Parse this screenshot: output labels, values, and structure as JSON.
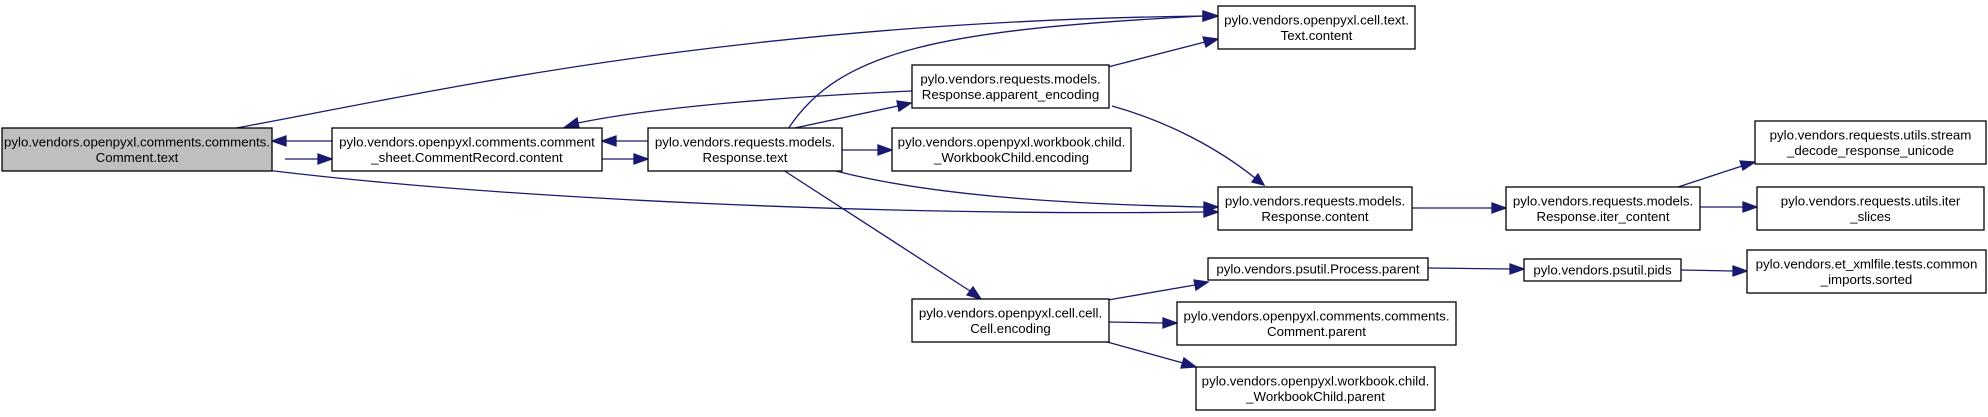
{
  "colors": {
    "edge": "#191970",
    "root_fill": "#bfbfbf",
    "node_fill": "#ffffff",
    "node_border": "#000000"
  },
  "nodes": {
    "comment_text": {
      "lines": [
        "pylo.vendors.openpyxl.comments.comments.",
        "Comment.text"
      ]
    },
    "commentrecord_content": {
      "lines": [
        "pylo.vendors.openpyxl.comments.comment",
        "_sheet.CommentRecord.content"
      ]
    },
    "response_text": {
      "lines": [
        "pylo.vendors.requests.models.",
        "Response.text"
      ]
    },
    "text_content": {
      "lines": [
        "pylo.vendors.openpyxl.cell.text.",
        "Text.content"
      ]
    },
    "apparent_encoding": {
      "lines": [
        "pylo.vendors.requests.models.",
        "Response.apparent_encoding"
      ]
    },
    "workbookchild_encoding": {
      "lines": [
        "pylo.vendors.openpyxl.workbook.child.",
        "_WorkbookChild.encoding"
      ]
    },
    "response_content": {
      "lines": [
        "pylo.vendors.requests.models.",
        "Response.content"
      ]
    },
    "iter_content": {
      "lines": [
        "pylo.vendors.requests.models.",
        "Response.iter_content"
      ]
    },
    "stream_decode": {
      "lines": [
        "pylo.vendors.requests.utils.stream",
        "_decode_response_unicode"
      ]
    },
    "iter_slices": {
      "lines": [
        "pylo.vendors.requests.utils.iter",
        "_slices"
      ]
    },
    "cell_encoding": {
      "lines": [
        "pylo.vendors.openpyxl.cell.cell.",
        "Cell.encoding"
      ]
    },
    "process_parent": {
      "lines": [
        "pylo.vendors.psutil.Process.parent"
      ]
    },
    "psutil_pids": {
      "lines": [
        "pylo.vendors.psutil.pids"
      ]
    },
    "sorted": {
      "lines": [
        "pylo.vendors.et_xmlfile.tests.common",
        "_imports.sorted"
      ]
    },
    "comment_parent": {
      "lines": [
        "pylo.vendors.openpyxl.comments.comments.",
        "Comment.parent"
      ]
    },
    "workbookchild_parent": {
      "lines": [
        "pylo.vendors.openpyxl.workbook.child.",
        "_WorkbookChild.parent"
      ]
    }
  },
  "edges": [
    {
      "from": "comment_text",
      "to": "commentrecord_content"
    },
    {
      "from": "comment_text",
      "to": "text_content"
    },
    {
      "from": "comment_text",
      "to": "response_content"
    },
    {
      "from": "commentrecord_content",
      "to": "comment_text"
    },
    {
      "from": "commentrecord_content",
      "to": "response_text"
    },
    {
      "from": "response_text",
      "to": "commentrecord_content"
    },
    {
      "from": "response_text",
      "to": "text_content"
    },
    {
      "from": "response_text",
      "to": "apparent_encoding"
    },
    {
      "from": "response_text",
      "to": "workbookchild_encoding"
    },
    {
      "from": "response_text",
      "to": "response_content"
    },
    {
      "from": "response_text",
      "to": "cell_encoding"
    },
    {
      "from": "apparent_encoding",
      "to": "commentrecord_content"
    },
    {
      "from": "apparent_encoding",
      "to": "text_content"
    },
    {
      "from": "apparent_encoding",
      "to": "response_content"
    },
    {
      "from": "response_content",
      "to": "iter_content"
    },
    {
      "from": "iter_content",
      "to": "stream_decode"
    },
    {
      "from": "iter_content",
      "to": "iter_slices"
    },
    {
      "from": "cell_encoding",
      "to": "process_parent"
    },
    {
      "from": "cell_encoding",
      "to": "comment_parent"
    },
    {
      "from": "cell_encoding",
      "to": "workbookchild_parent"
    },
    {
      "from": "process_parent",
      "to": "psutil_pids"
    },
    {
      "from": "psutil_pids",
      "to": "sorted"
    }
  ]
}
